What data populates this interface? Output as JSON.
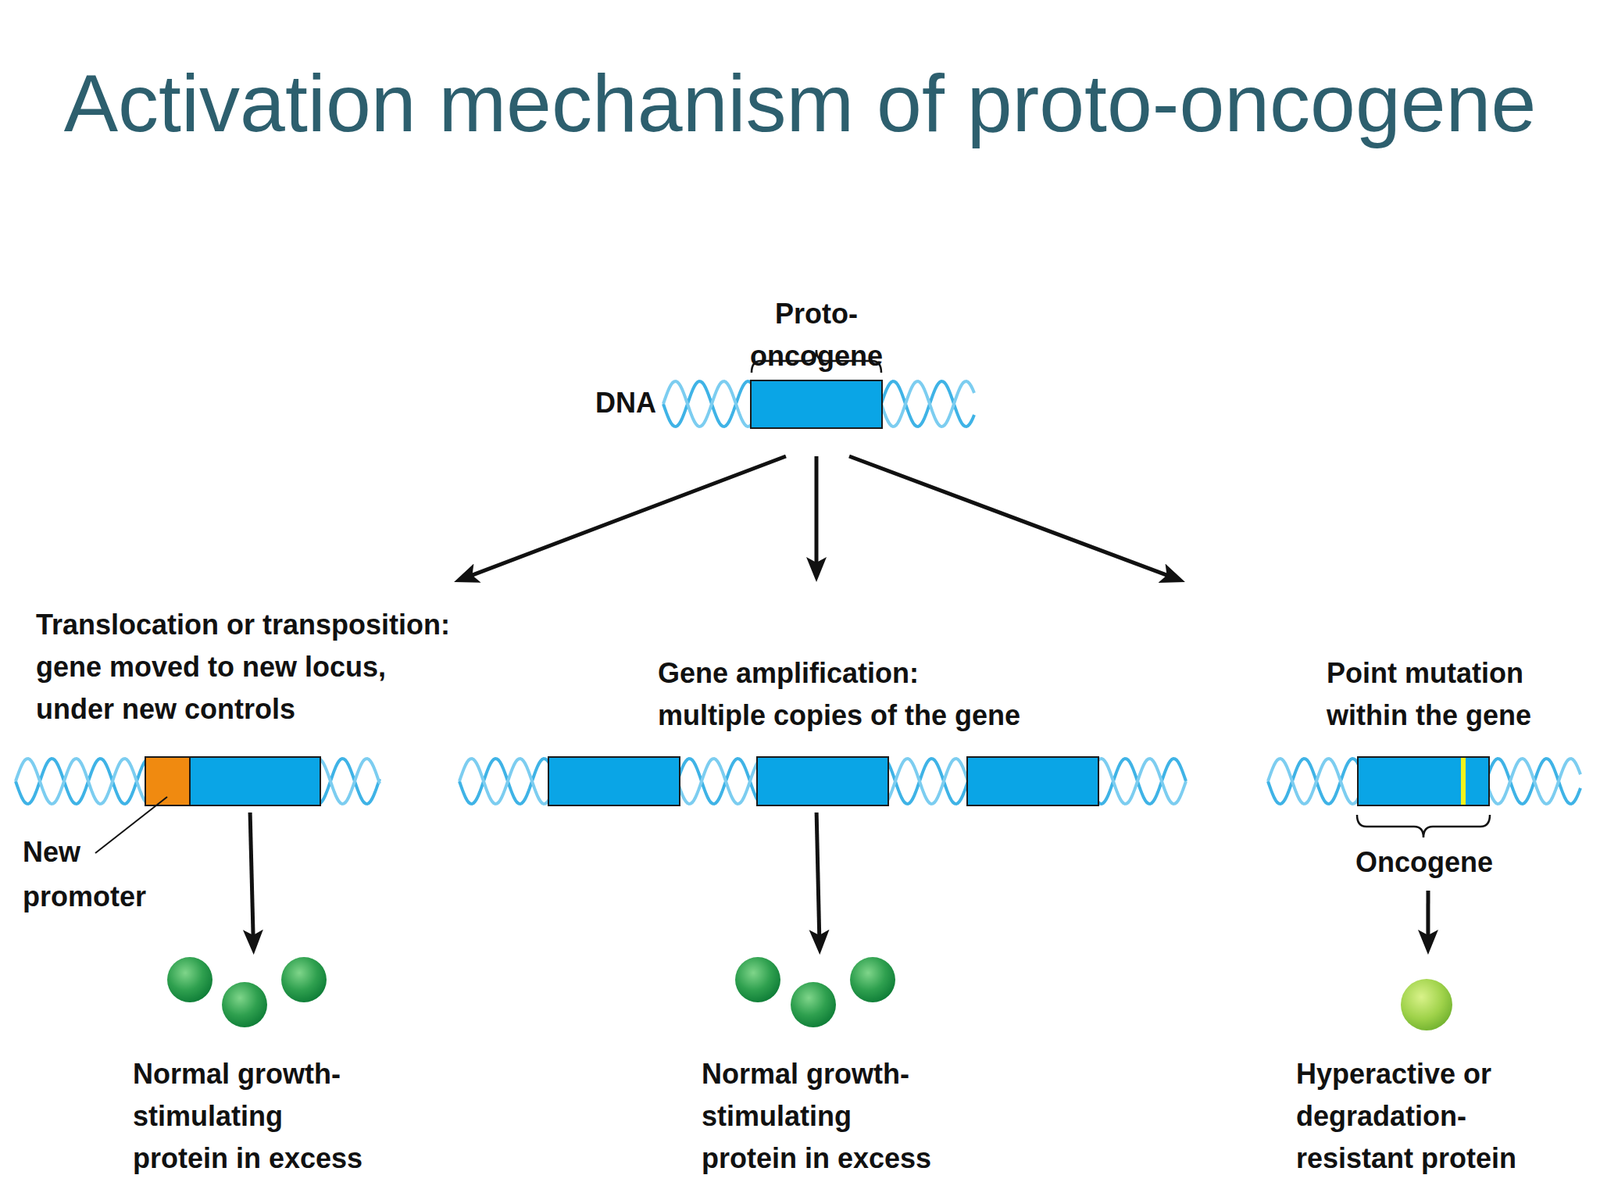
{
  "diagram": {
    "title": "Activation mechanism of proto-oncogene",
    "nodes": [
      {
        "text": [
          "Proto-oncogene"
        ]
      },
      {
        "text": [
          "Translocation or transposition: gene moved to new locus, under new controls"
        ]
      },
      {
        "text": [
          "Gene amplification: multiple copies of the gene"
        ]
      },
      {
        "text": [
          "Point mutation within the gene",
          "Oncogene"
        ]
      },
      {
        "text": [
          "Normal growth-stimulating protein in excess"
        ]
      },
      {
        "text": [
          "Normal growth-stimulating protein in excess"
        ]
      },
      {
        "text": [
          "Hyperactive or degradation-resistant protein"
        ]
      }
    ],
    "edges": [
      {
        "from": 0,
        "to": 1,
        "arrow": "to"
      },
      {
        "from": 0,
        "to": 2,
        "arrow": "to"
      },
      {
        "from": 0,
        "to": 3,
        "arrow": "to"
      },
      {
        "from": 1,
        "to": 4,
        "arrow": "to"
      },
      {
        "from": 2,
        "to": 5,
        "arrow": "to"
      },
      {
        "from": 3,
        "to": 6,
        "arrow": "to"
      }
    ],
    "labels": [
      "DNA",
      "New promoter"
    ]
  }
}
